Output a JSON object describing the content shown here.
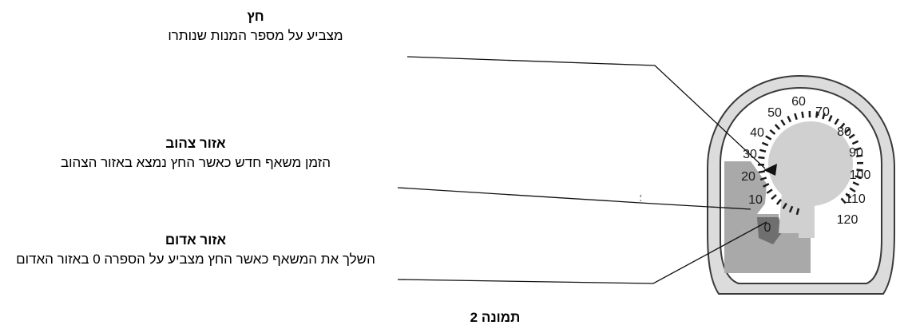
{
  "callouts": {
    "arrow": {
      "title": "חץ",
      "description": "מצביע על מספר המנות שנותרו"
    },
    "yellow_zone": {
      "title": "אזור צהוב",
      "description": "הזמן משאף חדש כאשר החץ נמצא באזור הצהוב"
    },
    "red_zone": {
      "title": "אזור אדום",
      "description": "השלך את המשאף כאשר החץ מצביע על הספרה 0 באזור האדום"
    }
  },
  "caption": "תמונה 2",
  "stray_mark": "؛",
  "dial": {
    "labels": [
      "0",
      "10",
      "20",
      "30",
      "40",
      "50",
      "60",
      "70",
      "80",
      "90",
      "100",
      "110",
      "120"
    ],
    "colors": {
      "yellow_zone": "#a9a9a9",
      "red_zone": "#6f6f6f",
      "face": "#ffffff",
      "housing": "#dcdcdc",
      "outline": "#3a3a3a"
    }
  }
}
